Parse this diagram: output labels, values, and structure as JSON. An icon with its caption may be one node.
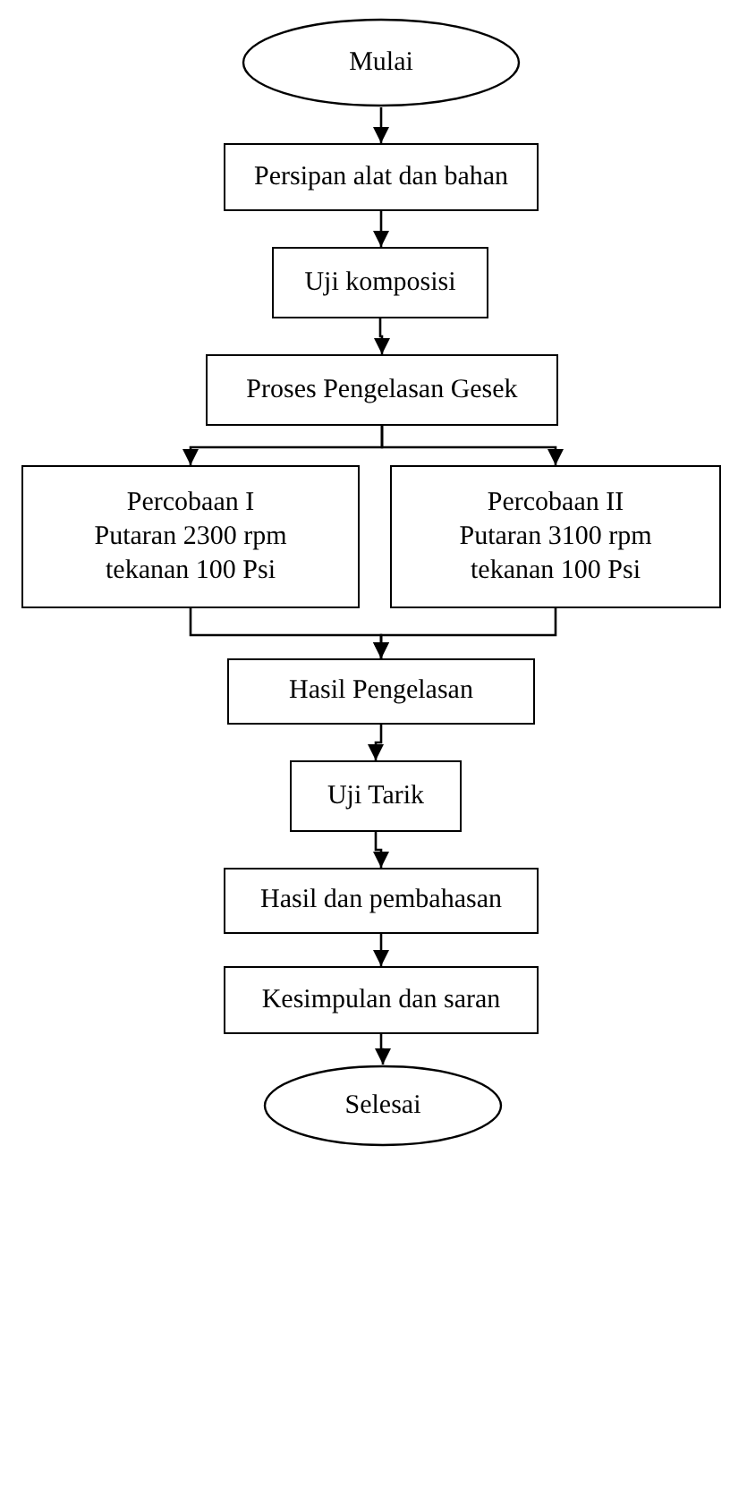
{
  "diagram": {
    "nodes": [
      {
        "text": [
          "Mulai"
        ]
      },
      {
        "text": [
          "Persipan alat dan bahan"
        ]
      },
      {
        "text": [
          "Uji komposisi"
        ]
      },
      {
        "text": [
          "Proses Pengelasan Gesek"
        ]
      },
      {
        "text": [
          "Percobaan I",
          "Putaran 2300 rpm",
          "tekanan 100 Psi"
        ]
      },
      {
        "text": [
          "Percobaan II",
          "Putaran 3100 rpm",
          "tekanan 100 Psi"
        ]
      },
      {
        "text": [
          "Hasil Pengelasan"
        ]
      },
      {
        "text": [
          "Uji Tarik"
        ]
      },
      {
        "text": [
          "Hasil dan pembahasan"
        ]
      },
      {
        "text": [
          "Kesimpulan dan saran"
        ]
      },
      {
        "text": [
          "Selesai"
        ]
      }
    ],
    "edges": [
      {
        "from": 0,
        "to": 1,
        "arrow": "to"
      },
      {
        "from": 1,
        "to": 2,
        "arrow": "to"
      },
      {
        "from": 2,
        "to": 3,
        "arrow": "to"
      },
      {
        "from": 3,
        "to": 4,
        "arrow": "to"
      },
      {
        "from": 3,
        "to": 5,
        "arrow": "to"
      },
      {
        "from": 4,
        "to": 6,
        "arrow": "to"
      },
      {
        "from": 5,
        "to": 6,
        "arrow": "to"
      },
      {
        "from": 6,
        "to": 7,
        "arrow": "to"
      },
      {
        "from": 7,
        "to": 8,
        "arrow": "to"
      },
      {
        "from": 8,
        "to": 9,
        "arrow": "to"
      },
      {
        "from": 9,
        "to": 10,
        "arrow": "to"
      }
    ]
  }
}
